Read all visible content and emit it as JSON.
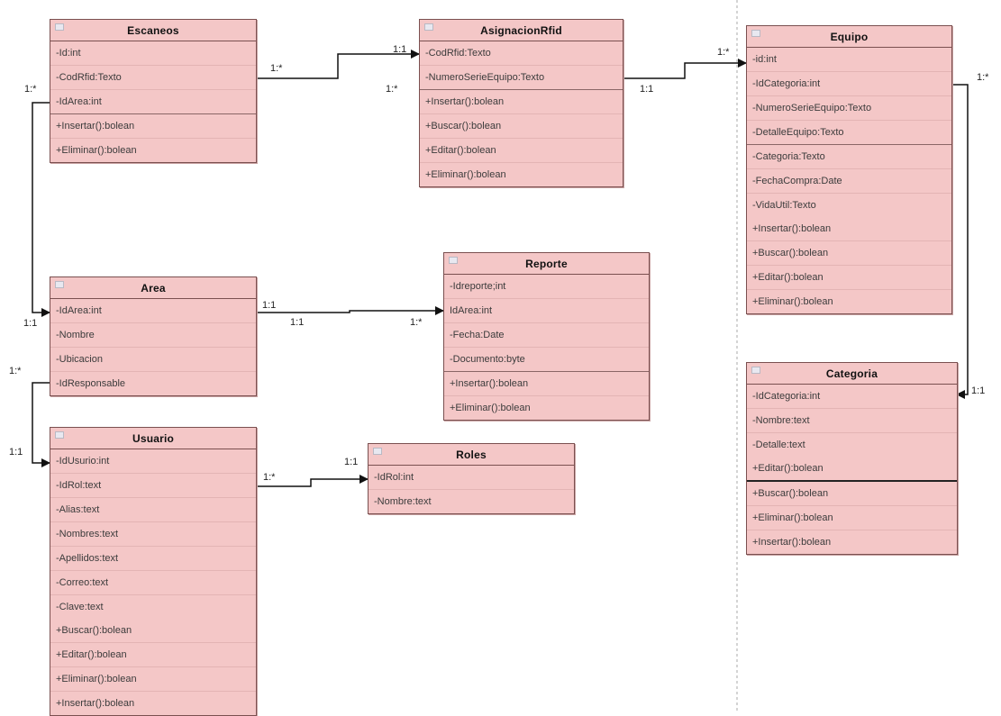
{
  "classes": {
    "escaneos": {
      "title": "Escaneos",
      "attributes": [
        "-Id:int",
        "-CodRfid:Texto",
        "-IdArea:int"
      ],
      "methods": [
        "+Insertar():bolean",
        "+Eliminar():bolean"
      ]
    },
    "asignacion": {
      "title": "AsignacionRfid",
      "attributes": [
        "-CodRfid:Texto",
        "-NumeroSerieEquipo:Texto"
      ],
      "methods": [
        "+Insertar():bolean",
        "+Buscar():bolean",
        "+Editar():bolean",
        "+Eliminar():bolean"
      ]
    },
    "equipo": {
      "title": "Equipo",
      "attributes": [
        "-id:int",
        "-IdCategoria:int",
        "-NumeroSerieEquipo:Texto",
        "-DetalleEquipo:Texto",
        "-Categoria:Texto",
        "-FechaCompra:Date",
        "-VidaUtil:Texto"
      ],
      "methods": [
        "+Insertar():bolean",
        "+Buscar():bolean",
        "+Editar():bolean",
        "+Eliminar():bolean"
      ]
    },
    "area": {
      "title": "Area",
      "attributes": [
        "-IdArea:int",
        "-Nombre",
        "-Ubicacion",
        "-IdResponsable"
      ],
      "methods": []
    },
    "reporte": {
      "title": "Reporte",
      "attributes": [
        "-Idreporte;int",
        "IdArea:int",
        "-Fecha:Date",
        "-Documento:byte"
      ],
      "methods": [
        "+Insertar():bolean",
        "+Eliminar():bolean"
      ]
    },
    "usuario": {
      "title": "Usuario",
      "attributes": [
        "-IdUsurio:int",
        "-IdRol:text",
        "-Alias:text",
        "-Nombres:text",
        "-Apellidos:text",
        "-Correo:text",
        "-Clave:text"
      ],
      "methods": [
        "+Buscar():bolean",
        "+Editar():bolean",
        "+Eliminar():bolean",
        "+Insertar():bolean"
      ]
    },
    "roles": {
      "title": "Roles",
      "attributes": [
        "-IdRol:int",
        "-Nombre:text"
      ],
      "methods": []
    },
    "categoria": {
      "title": "Categoria",
      "attributes": [
        "-IdCategoria:int",
        "-Nombre:text",
        "-Detalle:text"
      ],
      "methods": [
        "+Editar():bolean",
        "+Buscar():bolean",
        "+Eliminar():bolean",
        "+Insertar():bolean"
      ]
    }
  },
  "multiplicities": {
    "esc_asig_left": "1:*",
    "esc_asig_right": "1:1",
    "asig_left_extra": "1:*",
    "asig_equipo_left": "1:1",
    "asig_equipo_right": "1:*",
    "esc_area_top": "1:*",
    "esc_area_bottom": "1:1",
    "area_rep_left": "1:1",
    "area_rep_mid": "1:1",
    "area_rep_right": "1:*",
    "area_usr_top": "1:*",
    "area_usr_bottom": "1:1",
    "usr_roles_left": "1:*",
    "usr_roles_right": "1:1",
    "equipo_cat_top": "1:*",
    "equipo_cat_bottom": "1:1"
  }
}
